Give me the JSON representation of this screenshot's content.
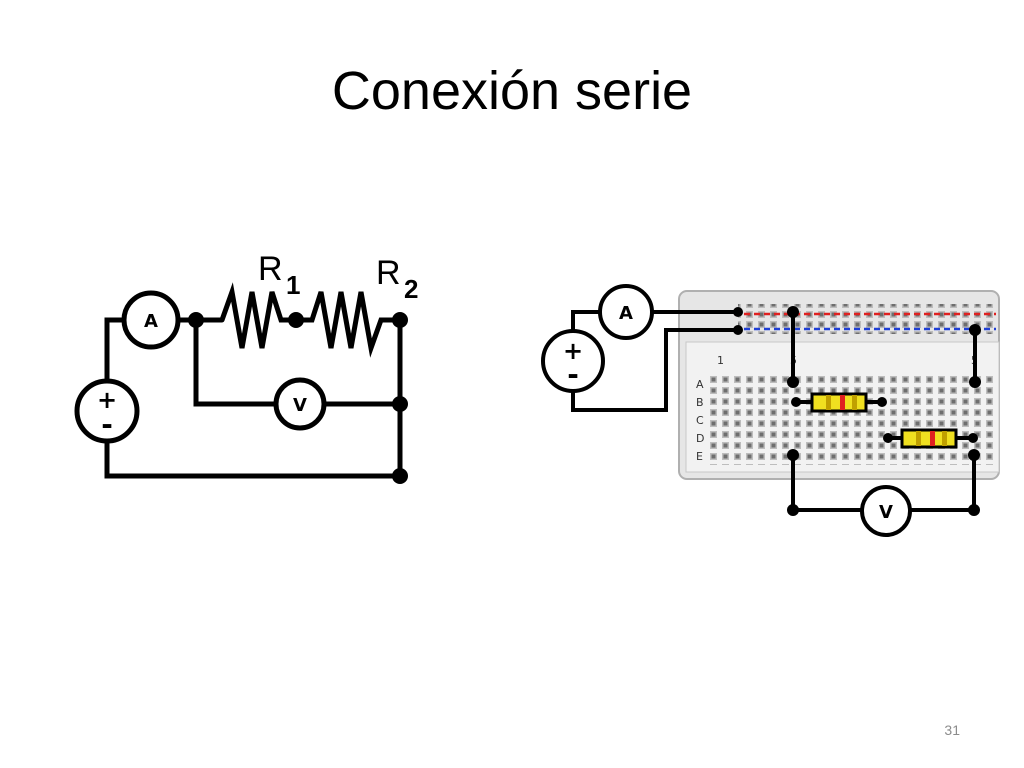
{
  "slide": {
    "title": "Conexión serie",
    "page_number": "31"
  },
  "schematic": {
    "r1_letter": "R",
    "r1_sub": "1",
    "r2_letter": "R",
    "r2_sub": "2",
    "ammeter": "A",
    "voltmeter": "V",
    "plus": "+",
    "minus": "-"
  },
  "breadboard": {
    "ammeter": "A",
    "voltmeter": "V",
    "plus": "+",
    "minus": "-",
    "col_label_1": "1",
    "col_label_5": "5",
    "col_label_5b": "5",
    "rows": [
      "A",
      "B",
      "C",
      "D",
      "E"
    ]
  },
  "colors": {
    "wire": "#000000",
    "rail_red": "#e02020",
    "rail_blue": "#1f3fd6",
    "resistor_body": "#f0e020",
    "band_red": "#e02020"
  }
}
